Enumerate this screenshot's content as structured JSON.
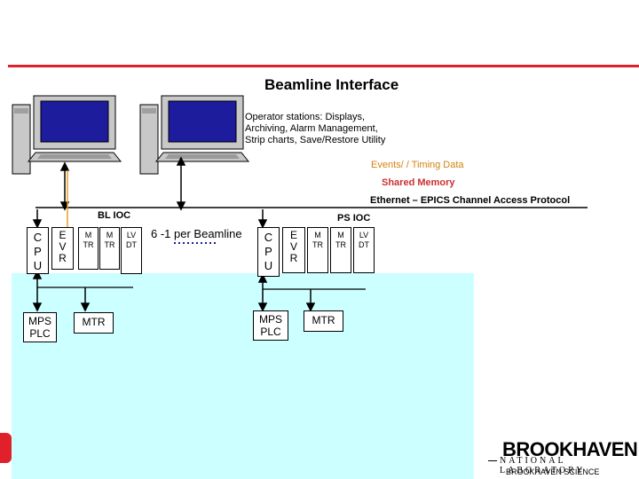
{
  "title": "Beamline Interface",
  "operator_stations": "Operator stations: Displays,\nArchiving, Alarm Management,\nStrip charts, Save/Restore Utility",
  "buses": {
    "events": "Events/ / Timing Data",
    "shared_memory": "Shared Memory",
    "ethernet": "Ethernet – EPICS Channel Access Protocol"
  },
  "bl_ioc": {
    "label": "BL IOC",
    "cpu": "C\nP\nU",
    "evr": "E\nV\nR",
    "mtr1": "M\nTR",
    "mtr2": "M\nTR",
    "lvdt": "LV\nDT",
    "mps_plc": "MPS\nPLC",
    "mtr": "MTR"
  },
  "multiplier": "6 -1 per Beamline",
  "ps_ioc": {
    "label": "PS IOC",
    "cpu": "C\nP\nU",
    "evr": "E\nV\nR",
    "mtr1": "M\nTR",
    "mtr2": "M\nTR",
    "lvdt": "LV\nDT",
    "mps_plc": "MPS\nPLC",
    "mtr": "MTR"
  },
  "logo": {
    "name": "BROOKHAVEN",
    "sub": "NATIONAL LABORATORY",
    "science": "BROOKHAVEN SCIENCE"
  },
  "colors": {
    "top_rule": "#e0202a",
    "events_text": "#d4810f",
    "shared_memory_text": "#cc3030",
    "event_line": "#e8a020",
    "panel_bg": "#ccffff"
  }
}
